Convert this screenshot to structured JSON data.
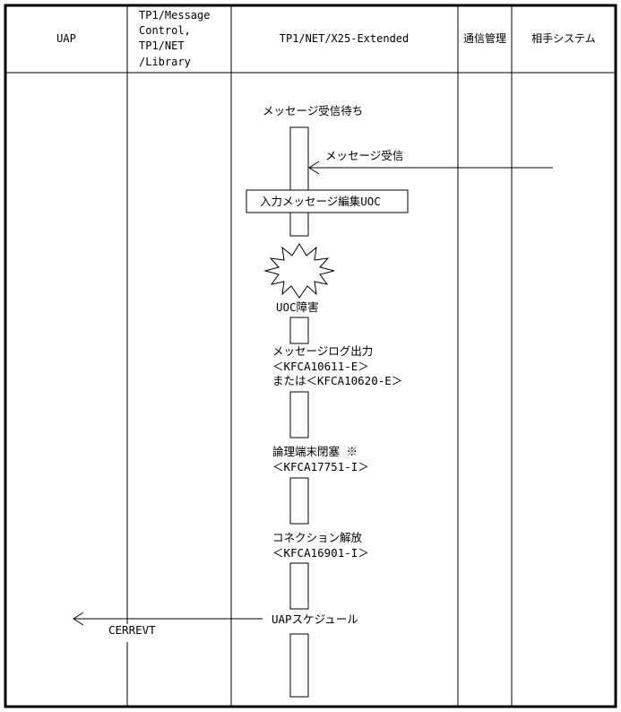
{
  "headers": {
    "uap": "UAP",
    "mcf": [
      "TP1/Message",
      "Control,",
      "TP1/NET",
      "/Library"
    ],
    "x25": "TP1/NET/X25-Extended",
    "comm": "通信管理",
    "remote": "相手システム"
  },
  "labels": {
    "wait": "メッセージ受信待ち",
    "receive": "メッセージ受信",
    "uoc_box": "入力メッセージ編集UOC",
    "uoc_error": "UOC障害",
    "msglog": [
      "メッセージログ出力",
      "＜KFCA10611-E＞",
      "または＜KFCA10620-E＞"
    ],
    "block": [
      "論理端末閉塞 ※",
      "＜KFCA17751-I＞"
    ],
    "release": [
      "コネクション解放",
      "＜KFCA16901-I＞"
    ],
    "schedule": "UAPスケジュール",
    "cerrevt": "CERREVT"
  }
}
